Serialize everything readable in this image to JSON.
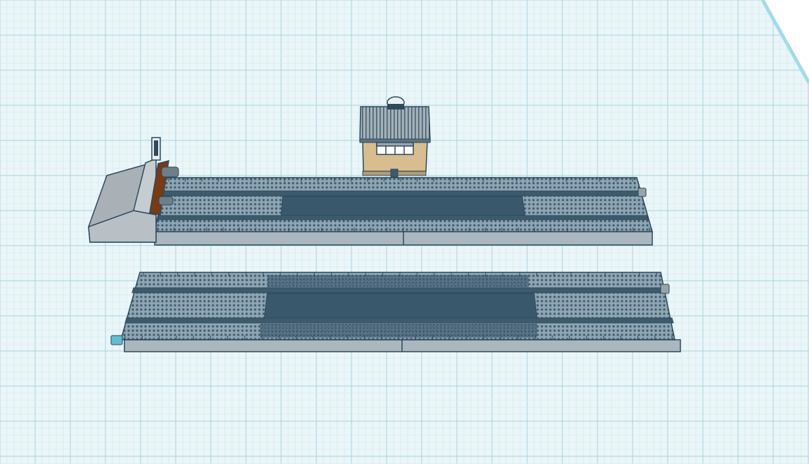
{
  "workplane": {
    "background": "#eaf6f8",
    "grid_minor": "#cfe6ec",
    "grid_major": "#a9d3de",
    "edge_color": "#9fdcec"
  },
  "colors": {
    "outline": "#2d4a5c",
    "track_bed": "#3e5b6e",
    "track_light": "#8fa5b3",
    "platform_edge": "#aab7bf",
    "concrete": "#a9b1b7",
    "wood": "#7a3a12",
    "cabin_wall": "#d8bd8e",
    "cabin_roof": "#9aa7b0",
    "buffer_connector": "#5fbfd0"
  },
  "objects": [
    {
      "name": "platform-upper",
      "kind": "track-platform"
    },
    {
      "name": "platform-lower",
      "kind": "track-platform"
    },
    {
      "name": "signal-cabin",
      "kind": "building"
    },
    {
      "name": "buffer-stop",
      "kind": "ramp"
    }
  ]
}
